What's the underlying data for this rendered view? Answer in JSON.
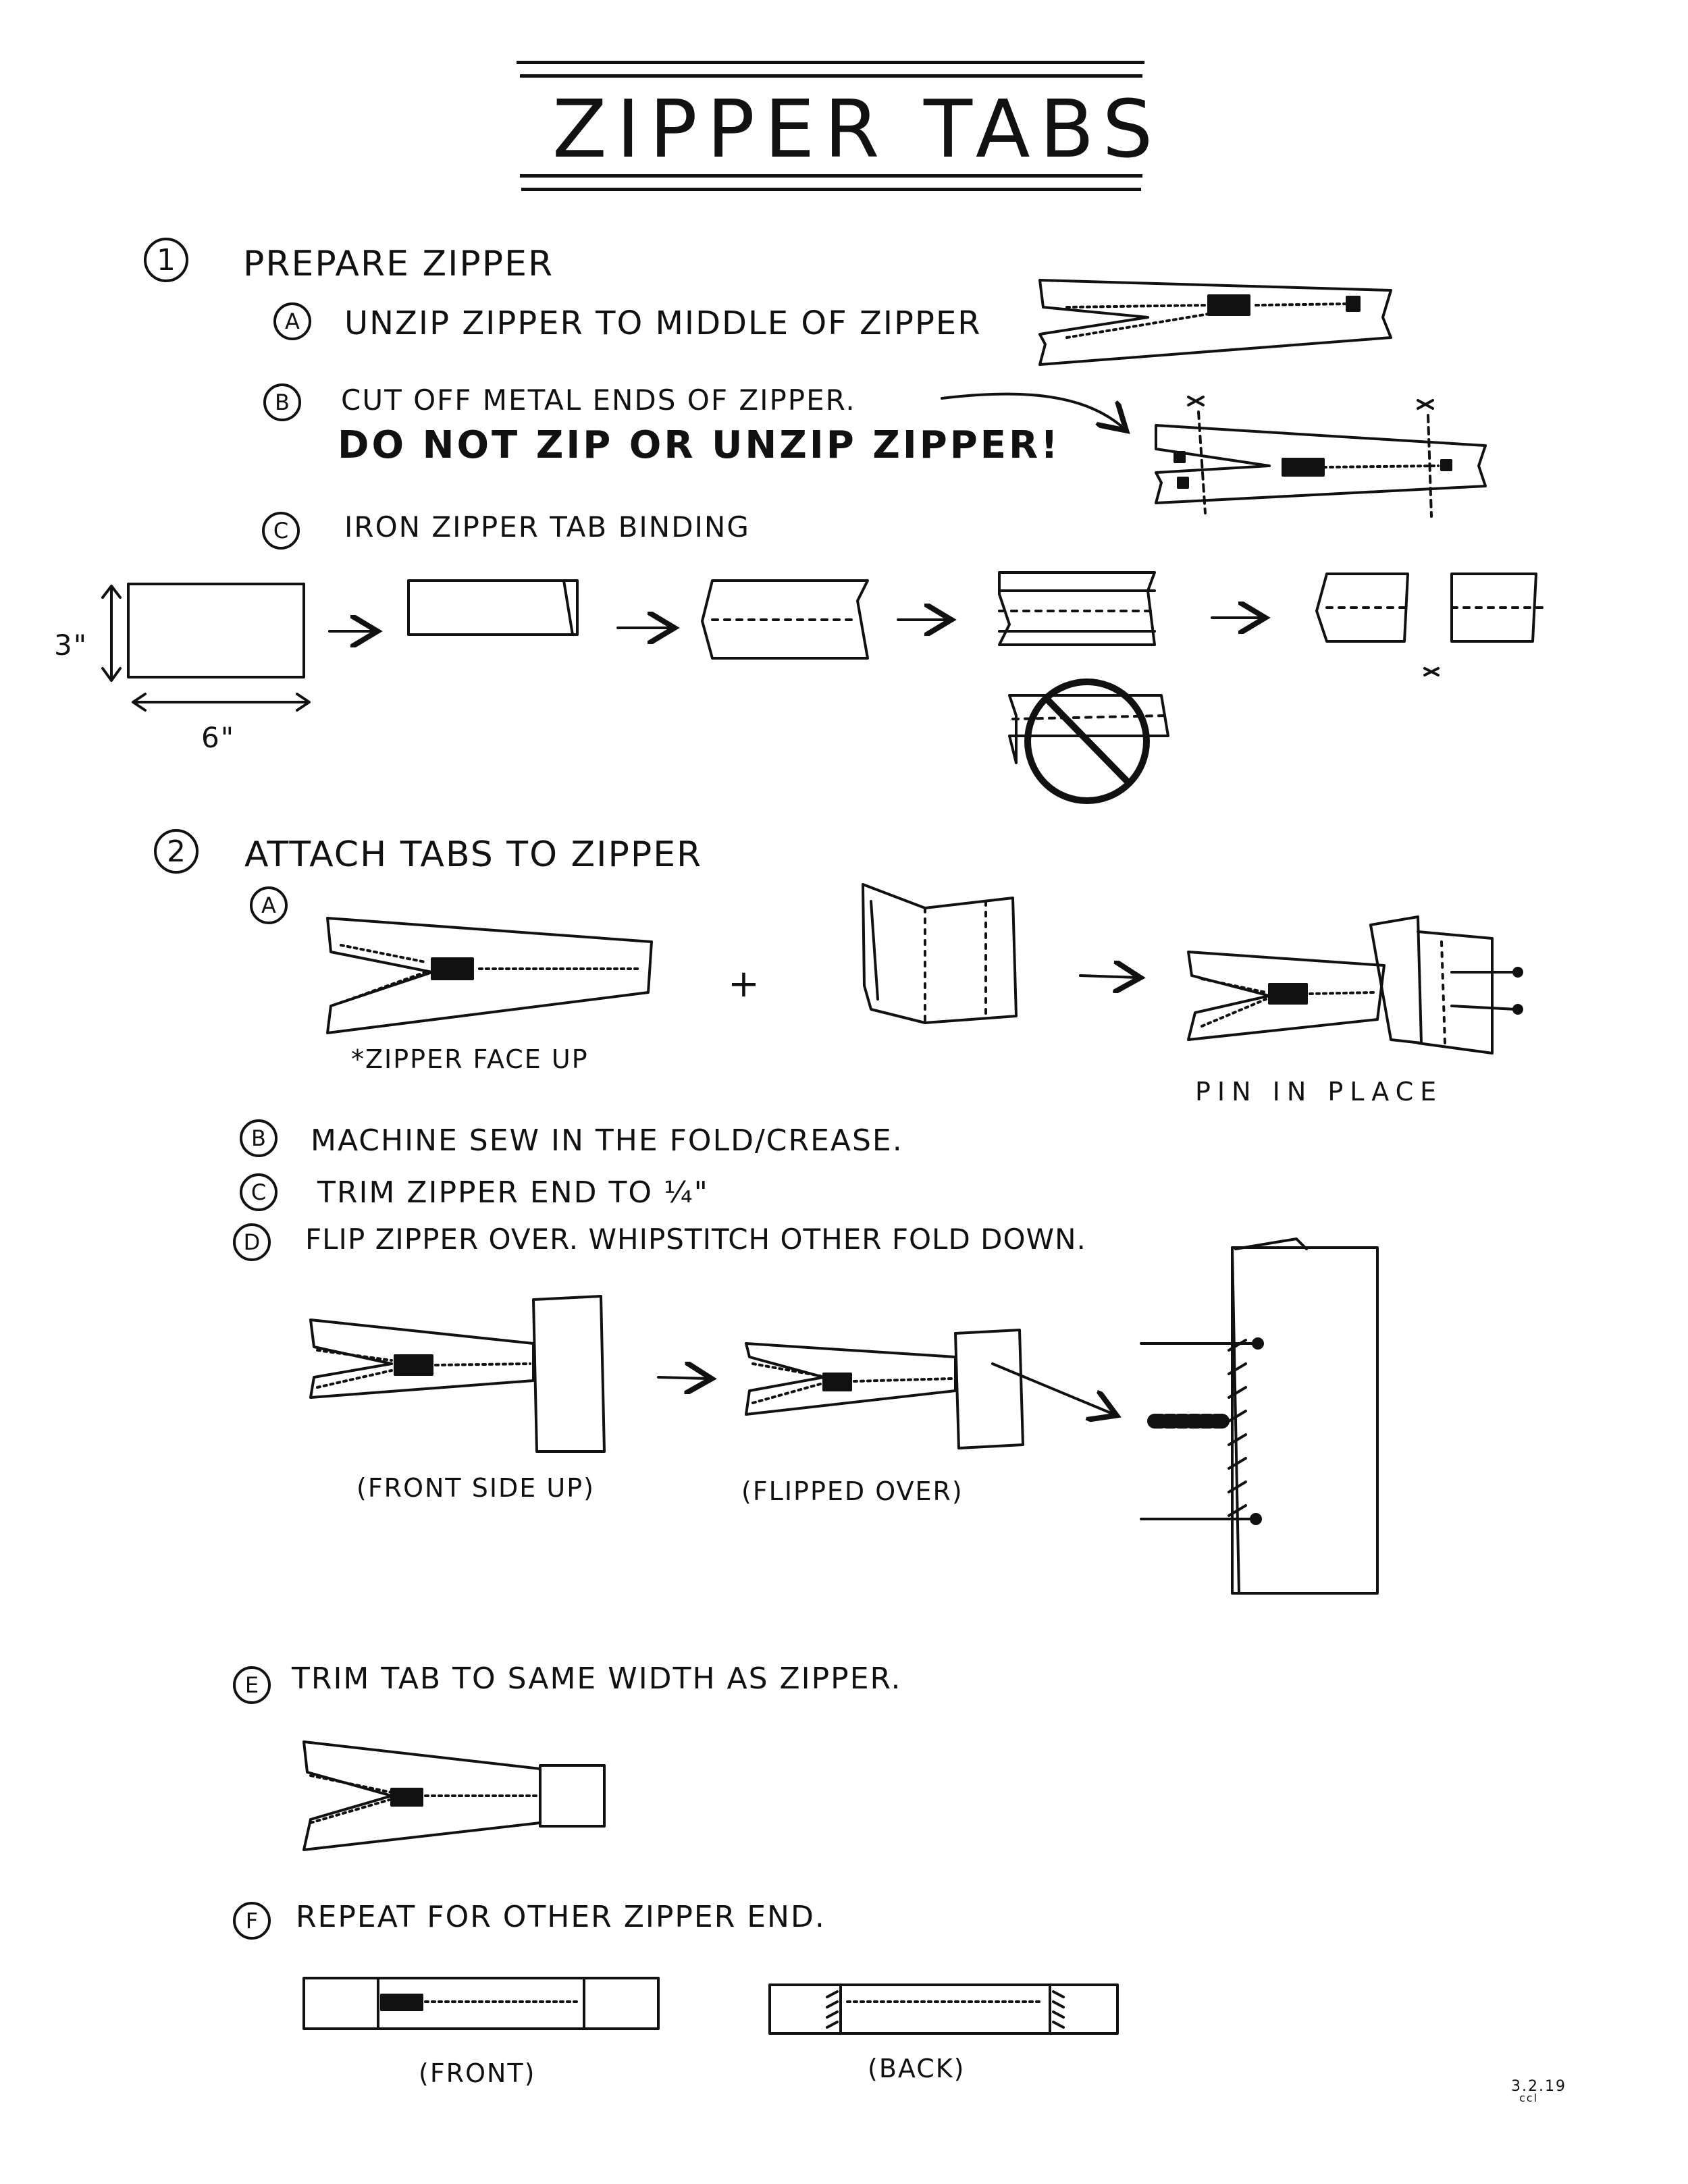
{
  "title": "ZIPPER TABS",
  "sections": [
    {
      "number": "1",
      "heading": "PREPARE ZIPPER",
      "steps": [
        {
          "letter": "A",
          "text": "UNZIP ZIPPER TO MIDDLE OF ZIPPER"
        },
        {
          "letter": "B",
          "text": "CUT OFF METAL ENDS OF ZIPPER.",
          "warning": "DO NOT ZIP OR UNZIP ZIPPER!"
        },
        {
          "letter": "C",
          "text": "IRON ZIPPER TAB BINDING"
        }
      ],
      "dimensions": {
        "height": "3\"",
        "width": "6\""
      }
    },
    {
      "number": "2",
      "heading": "ATTACH TABS TO ZIPPER",
      "steps": [
        {
          "letter": "A",
          "text": ""
        },
        {
          "letter": "B",
          "text": "MACHINE SEW IN THE FOLD/CREASE."
        },
        {
          "letter": "C",
          "text": "TRIM ZIPPER END TO ¼\""
        },
        {
          "letter": "D",
          "text": "FLIP ZIPPER OVER. WHIPSTITCH OTHER FOLD DOWN."
        },
        {
          "letter": "E",
          "text": "TRIM TAB TO SAME WIDTH AS ZIPPER."
        },
        {
          "letter": "F",
          "text": "REPEAT FOR OTHER ZIPPER END."
        }
      ],
      "notes": {
        "plus": "+",
        "face_up": "*ZIPPER FACE UP",
        "pin": "PIN IN PLACE",
        "front_side_up": "(FRONT SIDE UP)",
        "flipped_over": "(FLIPPED OVER)",
        "front": "(FRONT)",
        "back": "(BACK)"
      }
    }
  ],
  "signature": {
    "date": "3.2.19",
    "initials": "ccl"
  }
}
